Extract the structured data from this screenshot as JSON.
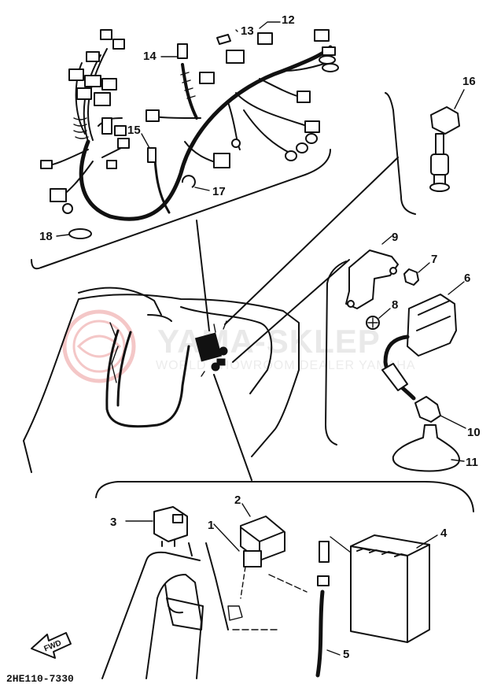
{
  "watermark": {
    "brand": "YAMA-SKLEP",
    "tagline": "WORLD SHOWROOM DEALER YAMAHA",
    "seal_color": "#f4c7c7"
  },
  "direction_arrow": {
    "label": "FWD"
  },
  "drawing_code": "2HE110-7330",
  "callouts": [
    "1",
    "2",
    "3",
    "4",
    "5",
    "6",
    "7",
    "8",
    "9",
    "10",
    "11",
    "12",
    "13",
    "14",
    "15",
    "16",
    "17",
    "18"
  ],
  "colors": {
    "ink": "#111111",
    "watermark": "#e9e9e9"
  }
}
